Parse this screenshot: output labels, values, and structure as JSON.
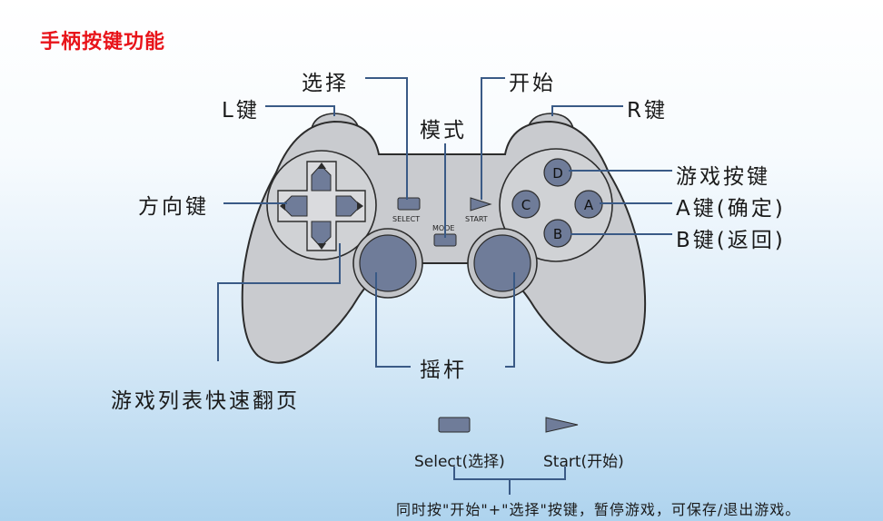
{
  "title": "手柄按键功能",
  "labels": {
    "select": "选择",
    "start": "开始",
    "mode": "模式",
    "l_key": "L键",
    "r_key": "R键",
    "dpad": "方向键",
    "game_buttons": "游戏按键",
    "a_key": "A键(确定)",
    "b_key": "B键(返回)",
    "stick": "摇杆",
    "list_scroll": "游戏列表快速翻页"
  },
  "controller": {
    "select_text": "SELECT",
    "start_text": "START",
    "mode_text": "MODE",
    "face_buttons": {
      "top": "D",
      "left": "C",
      "right": "A",
      "bottom": "B"
    }
  },
  "legend": {
    "select": "Select(选择)",
    "start": "Start(开始)"
  },
  "footer_note": "同时按\"开始\"+\"选择\"按键，暂停游戏，可保存/退出游戏。",
  "colors": {
    "title": "#e8141a",
    "body": "#c9cbcf",
    "button": "#6f7c99",
    "line": "#3a5a86"
  }
}
